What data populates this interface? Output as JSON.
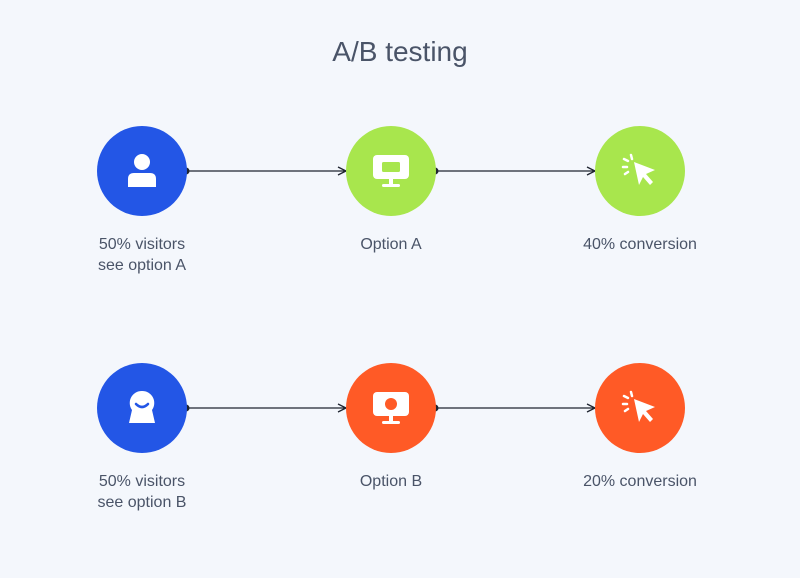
{
  "title": "A/B testing",
  "colors": {
    "blue": "#2356e6",
    "green": "#a8e64d",
    "orange": "#ff5a26",
    "text": "#4a5468",
    "background": "#f4f7fc"
  },
  "row_a": {
    "visitors_label": [
      "50% visitors",
      "see option A"
    ],
    "option_label": "Option A",
    "conversion_label": "40% conversion",
    "icons": [
      "user-icon",
      "monitor-icon",
      "cursor-click-icon"
    ]
  },
  "row_b": {
    "visitors_label": [
      "50% visitors",
      "see option B"
    ],
    "option_label": "Option B",
    "conversion_label": "20% conversion",
    "icons": [
      "smiling-user-icon",
      "monitor-record-icon",
      "cursor-click-icon"
    ]
  }
}
